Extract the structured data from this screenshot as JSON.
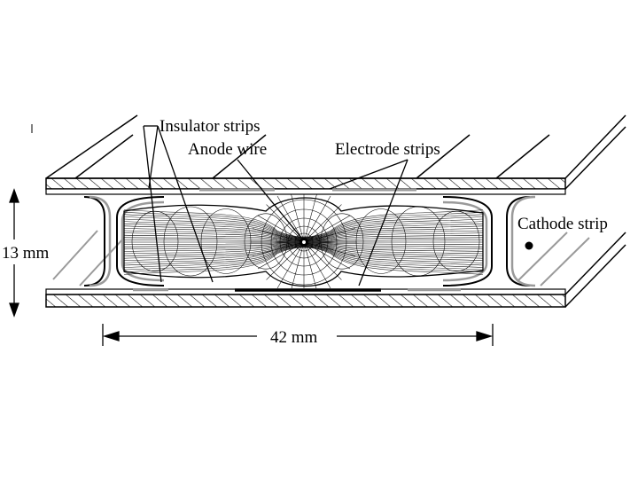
{
  "labels": {
    "insulator_strips": "Insulator strips",
    "anode_wire": "Anode wire",
    "electrode_strips": "Electrode strips",
    "cathode_strip": "Cathode strip",
    "height": "13 mm",
    "width": "42 mm"
  },
  "colors": {
    "ink": "#000000",
    "background": "#ffffff",
    "strip_gray": "#9a9a9a"
  }
}
